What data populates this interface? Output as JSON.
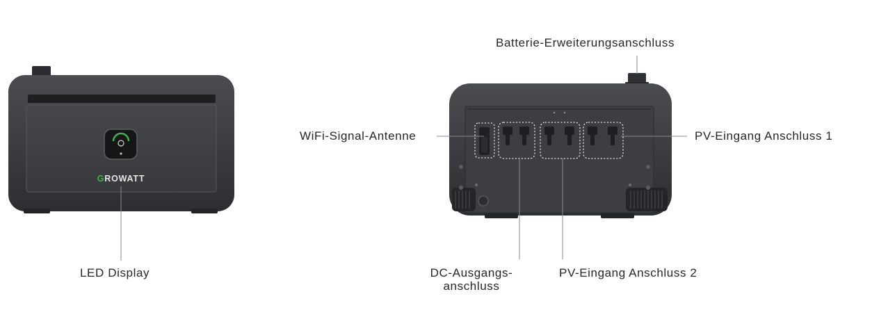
{
  "labels": {
    "led_display": "LED Display",
    "battery_expansion_port": "Batterie-Erweiterungsanschluss",
    "wifi_antenna": "WiFi-Signal-Antenne",
    "pv_input_1": "PV-Eingang Anschluss 1",
    "dc_output_line1": "DC-Ausgangs-",
    "dc_output_line2": "anschluss",
    "pv_input_2": "PV-Eingang Anschluss 2"
  },
  "brand": {
    "logo_text": "GROWATT",
    "logo_accent_color": "#3fb549"
  },
  "colors": {
    "device_body": "#3a3c3f",
    "device_dark": "#222426",
    "leader_line": "#8a8a8a",
    "text": "#262626"
  }
}
